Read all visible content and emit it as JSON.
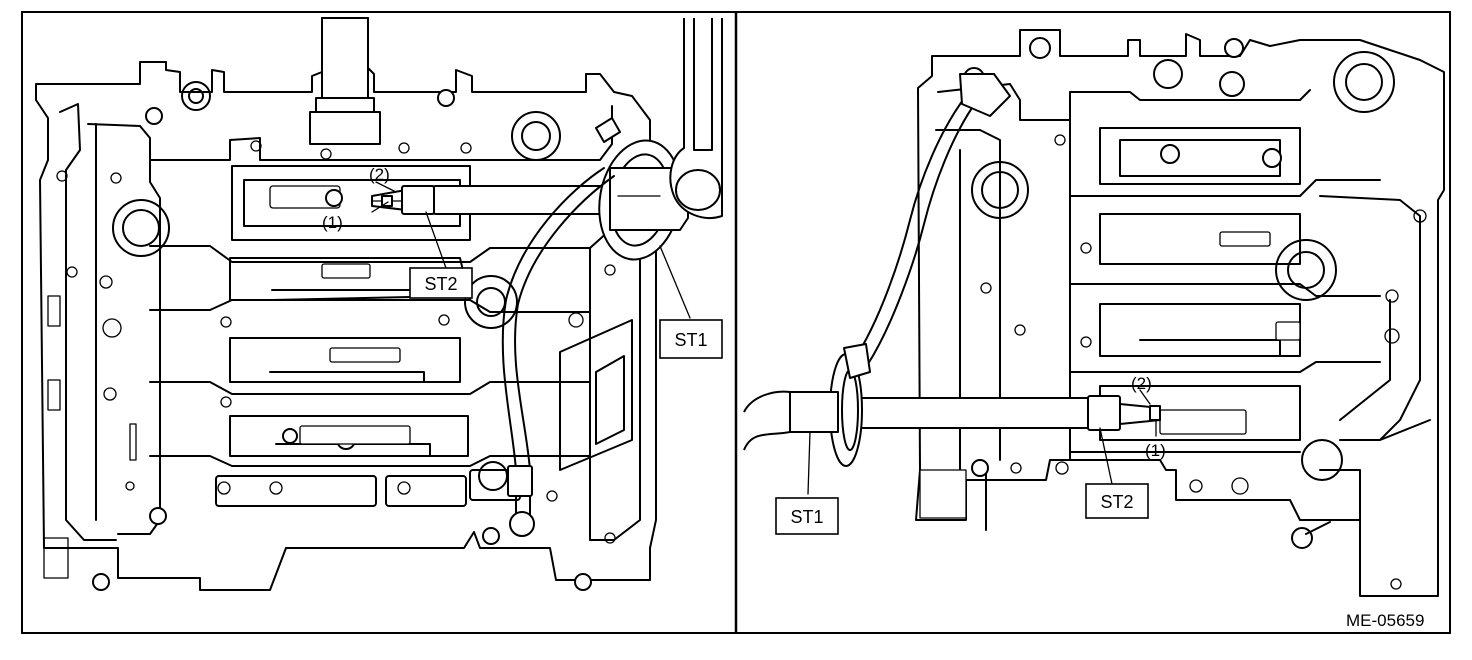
{
  "labels": {
    "left_st2": "ST2",
    "left_st1": "ST1",
    "left_callout_1": "(1)",
    "left_callout_2": "(2)",
    "right_st1": "ST1",
    "right_st2": "ST2",
    "right_callout_1": "(1)",
    "right_callout_2": "(2)",
    "figure_code": "ME-05659"
  }
}
